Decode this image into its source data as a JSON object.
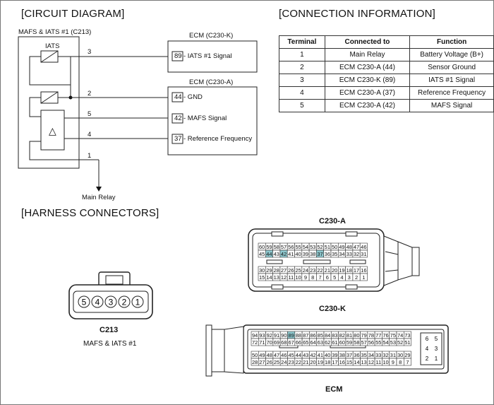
{
  "headings": {
    "circuit": "[CIRCUIT DIAGRAM]",
    "connection": "[CONNECTION INFORMATION]",
    "harness": "[HARNESS CONNECTORS]"
  },
  "circuit": {
    "sensor_title": "MAFS & IATS #1 (C213)",
    "iats_label": "IATS",
    "pins": [
      "3",
      "2",
      "5",
      "4",
      "1"
    ],
    "ecm_k_title": "ECM (C230-K)",
    "ecm_a_title": "ECM (C230-A)",
    "ecm_k_pin": "89",
    "ecm_k_signal": " - IATS #1 Signal",
    "ecm_a_pins": [
      "44",
      "42",
      "37"
    ],
    "ecm_a_signals": [
      " - GND",
      " - MAFS Signal",
      " - Reference Frequency"
    ],
    "main_relay": "Main Relay",
    "delta_glyph": "△"
  },
  "connection_table": {
    "headers": [
      "Terminal",
      "Connected to",
      "Function"
    ],
    "rows": [
      [
        "1",
        "Main Relay",
        "Battery Voltage (B+)"
      ],
      [
        "2",
        "ECM C230-A (44)",
        "Sensor Ground"
      ],
      [
        "3",
        "ECM C230-K (89)",
        "IATS #1 Signal"
      ],
      [
        "4",
        "ECM C230-A (37)",
        "Reference Frequency"
      ],
      [
        "5",
        "ECM C230-A (42)",
        "MAFS Signal"
      ]
    ]
  },
  "harness": {
    "c213_pins": [
      "5",
      "4",
      "3",
      "2",
      "1"
    ],
    "c213_name": "C213",
    "c213_desc": "MAFS & IATS #1",
    "c230a_name": "C230-A",
    "c230a_rows": [
      [
        "60",
        "59",
        "58",
        "57",
        "56",
        "55",
        "54",
        "53",
        "52",
        "51",
        "50",
        "49",
        "48",
        "47",
        "46"
      ],
      [
        "45",
        "44",
        "43",
        "42",
        "41",
        "40",
        "39",
        "38",
        "37",
        "36",
        "35",
        "34",
        "33",
        "32",
        "31"
      ],
      [
        "30",
        "29",
        "28",
        "27",
        "26",
        "25",
        "24",
        "23",
        "22",
        "21",
        "20",
        "19",
        "18",
        "17",
        "16"
      ],
      [
        "15",
        "14",
        "13",
        "12",
        "11",
        "10",
        "9",
        "8",
        "7",
        "6",
        "5",
        "4",
        "3",
        "2",
        "1"
      ]
    ],
    "c230k_name": "C230-K",
    "c230k_rows": [
      [
        "94",
        "93",
        "92",
        "91",
        "90",
        "89",
        "88",
        "87",
        "86",
        "85",
        "84",
        "83",
        "82",
        "81",
        "80",
        "79",
        "78",
        "77",
        "76",
        "75",
        "74",
        "73"
      ],
      [
        "72",
        "71",
        "70",
        "69",
        "68",
        "67",
        "66",
        "65",
        "64",
        "63",
        "62",
        "61",
        "60",
        "59",
        "58",
        "57",
        "56",
        "55",
        "54",
        "53",
        "52",
        "51"
      ],
      [
        "50",
        "49",
        "48",
        "47",
        "46",
        "45",
        "44",
        "43",
        "42",
        "41",
        "40",
        "39",
        "38",
        "37",
        "36",
        "35",
        "34",
        "33",
        "32",
        "31",
        "30",
        "29"
      ],
      [
        "28",
        "27",
        "26",
        "25",
        "24",
        "23",
        "22",
        "21",
        "20",
        "19",
        "18",
        "17",
        "16",
        "15",
        "14",
        "13",
        "12",
        "11",
        "10",
        "9",
        "8",
        "7"
      ]
    ],
    "c230k_side": [
      [
        "6",
        "5"
      ],
      [
        "4",
        "3"
      ],
      [
        "2",
        "1"
      ]
    ],
    "ecm_label": "ECM",
    "highlight_pins_a": [
      "44",
      "42",
      "37"
    ],
    "highlight_pins_k": [
      "89"
    ],
    "highlight_color": "#8fc9cf"
  }
}
